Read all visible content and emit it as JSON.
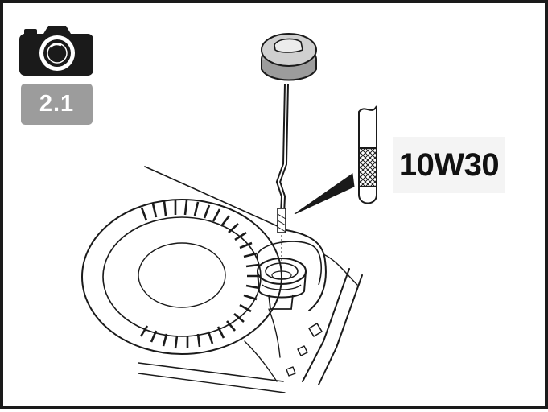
{
  "step": {
    "number": "2.1"
  },
  "oil": {
    "grade": "10W30"
  },
  "icons": {
    "camera": "camera-icon",
    "dipstick": "dipstick-icon",
    "engine": "engine-illustration"
  },
  "colors": {
    "frame": "#1a1a1a",
    "badge": "#9c9c9c",
    "badge_text": "#ffffff",
    "line_art": "#1a1a1a",
    "label_bg": "#f4f4f4"
  }
}
